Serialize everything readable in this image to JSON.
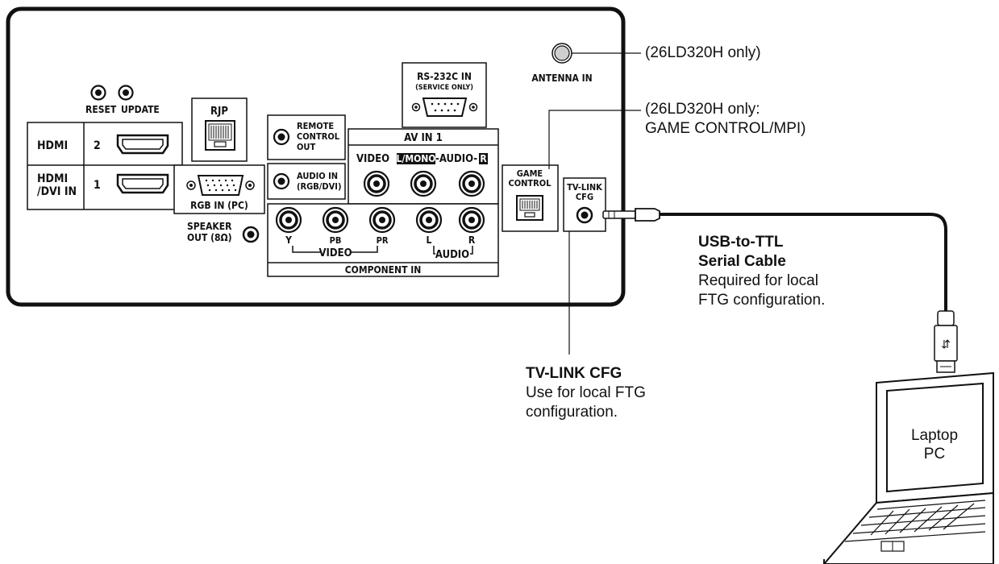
{
  "panel": {
    "reset": "RESET",
    "update": "UPDATE",
    "hdmi": "HDMI",
    "hdmi_port2": "2",
    "hdmi_dvi_line1": "HDMI",
    "hdmi_dvi_line2": "/DVI IN",
    "hdmi_port1": "1",
    "rjp": "RJP",
    "rgb_in": "RGB IN (PC)",
    "speaker_line1": "SPEAKER",
    "speaker_line2": "OUT (8Ω)",
    "remote_line1": "REMOTE",
    "remote_line2": "CONTROL",
    "remote_line3": "OUT",
    "audio_in_line1": "AUDIO IN",
    "audio_in_line2": "(RGB/DVI)",
    "rs232_line1": "RS-232C IN",
    "rs232_line2": "(SERVICE ONLY)",
    "av_in": "AV IN 1",
    "av_video": "VIDEO",
    "av_lmono": "L/MONO",
    "av_audio": "-AUDIO-",
    "av_r": "R",
    "comp_y": "Y",
    "comp_pb": "PB",
    "comp_pr": "PR",
    "comp_l": "L",
    "comp_r": "R",
    "comp_video": "VIDEO",
    "comp_audio": "AUDIO",
    "component_in": "COMPONENT IN",
    "antenna_in": "ANTENNA IN",
    "game_line1": "GAME",
    "game_line2": "CONTROL",
    "tvlink_line1": "TV-LINK",
    "tvlink_line2": "CFG"
  },
  "callouts": {
    "antenna_note": "(26LD320H only)",
    "game_note_line1": "(26LD320H only:",
    "game_note_line2": "GAME CONTROL/MPI)",
    "cable_title_line1": "USB-to-TTL",
    "cable_title_line2": "Serial Cable",
    "cable_desc_line1": "Required for local",
    "cable_desc_line2": "FTG configuration.",
    "tvlink_title": "TV-LINK CFG",
    "tvlink_desc_line1": "Use for local FTG",
    "tvlink_desc_line2": "configuration."
  },
  "laptop": {
    "line1": "Laptop",
    "line2": "PC"
  }
}
